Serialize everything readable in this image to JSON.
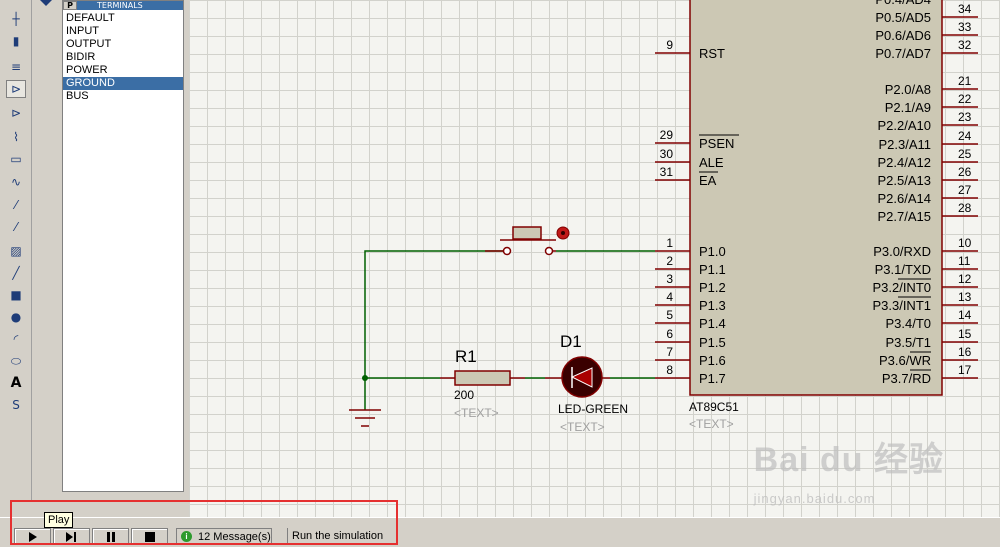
{
  "terminals_panel": {
    "tab_letter": "P",
    "title": "TERMINALS",
    "items": [
      "DEFAULT",
      "INPUT",
      "OUTPUT",
      "BIDIR",
      "POWER",
      "GROUND",
      "BUS"
    ],
    "selected": "GROUND"
  },
  "toolbar": {
    "tools": [
      "component-mode-icon",
      "junction-icon",
      "wire-label-icon",
      "terminal-icon",
      "device-pin-icon",
      "graph-icon",
      "tape-recorder-icon",
      "generator-icon",
      "voltage-probe-icon",
      "current-probe-icon",
      "virtual-instrument-icon",
      "line-icon",
      "box-icon",
      "circle-icon",
      "arc-icon",
      "path-icon",
      "text-icon",
      "symbol-icon",
      "marker-icon"
    ]
  },
  "chip": {
    "name": "AT89C51",
    "text_placeholder": "<TEXT>",
    "left_pins": [
      {
        "num": "9",
        "label": "RST"
      },
      {
        "num": "29",
        "label": "PSEN"
      },
      {
        "num": "30",
        "label": "ALE"
      },
      {
        "num": "31",
        "label": "EA"
      },
      {
        "num": "1",
        "label": "P1.0"
      },
      {
        "num": "2",
        "label": "P1.1"
      },
      {
        "num": "3",
        "label": "P1.2"
      },
      {
        "num": "4",
        "label": "P1.3"
      },
      {
        "num": "5",
        "label": "P1.4"
      },
      {
        "num": "6",
        "label": "P1.5"
      },
      {
        "num": "7",
        "label": "P1.6"
      },
      {
        "num": "8",
        "label": "P1.7"
      }
    ],
    "right_pins": [
      {
        "num": "34",
        "label": "P0.5/AD5"
      },
      {
        "num": "33",
        "label": "P0.6/AD6"
      },
      {
        "num": "32",
        "label": "P0.7/AD7"
      },
      {
        "num": "21",
        "label": "P2.0/A8"
      },
      {
        "num": "22",
        "label": "P2.1/A9"
      },
      {
        "num": "23",
        "label": "P2.2/A10"
      },
      {
        "num": "24",
        "label": "P2.3/A11"
      },
      {
        "num": "25",
        "label": "P2.4/A12"
      },
      {
        "num": "26",
        "label": "P2.5/A13"
      },
      {
        "num": "27",
        "label": "P2.6/A14"
      },
      {
        "num": "28",
        "label": "P2.7/A15"
      },
      {
        "num": "10",
        "label": "P3.0/RXD"
      },
      {
        "num": "11",
        "label": "P3.1/TXD"
      },
      {
        "num": "12",
        "label": "P3.2/INT0"
      },
      {
        "num": "13",
        "label": "P3.3/INT1"
      },
      {
        "num": "14",
        "label": "P3.4/T0"
      },
      {
        "num": "15",
        "label": "P3.5/T1"
      },
      {
        "num": "16",
        "label": "P3.6/WR"
      },
      {
        "num": "17",
        "label": "P3.7/RD"
      }
    ],
    "top_partial_label": "P0.4/AD4"
  },
  "resistor": {
    "ref": "R1",
    "value": "200",
    "text": "<TEXT>"
  },
  "led": {
    "ref": "D1",
    "value": "LED-GREEN",
    "text": "<TEXT>"
  },
  "watermark": {
    "main": "Bai du 经验",
    "sub": "jingyan.baidu.com"
  },
  "statusbar": {
    "tooltip": "Play",
    "messages": "12 Message(s)",
    "status_text": "Run the simulation"
  },
  "colors": {
    "wire": "#006000",
    "component_outline": "#800000",
    "chip_fill": "#ccc8b4",
    "led_fill": "#3a0000",
    "highlight": "#e53030"
  }
}
